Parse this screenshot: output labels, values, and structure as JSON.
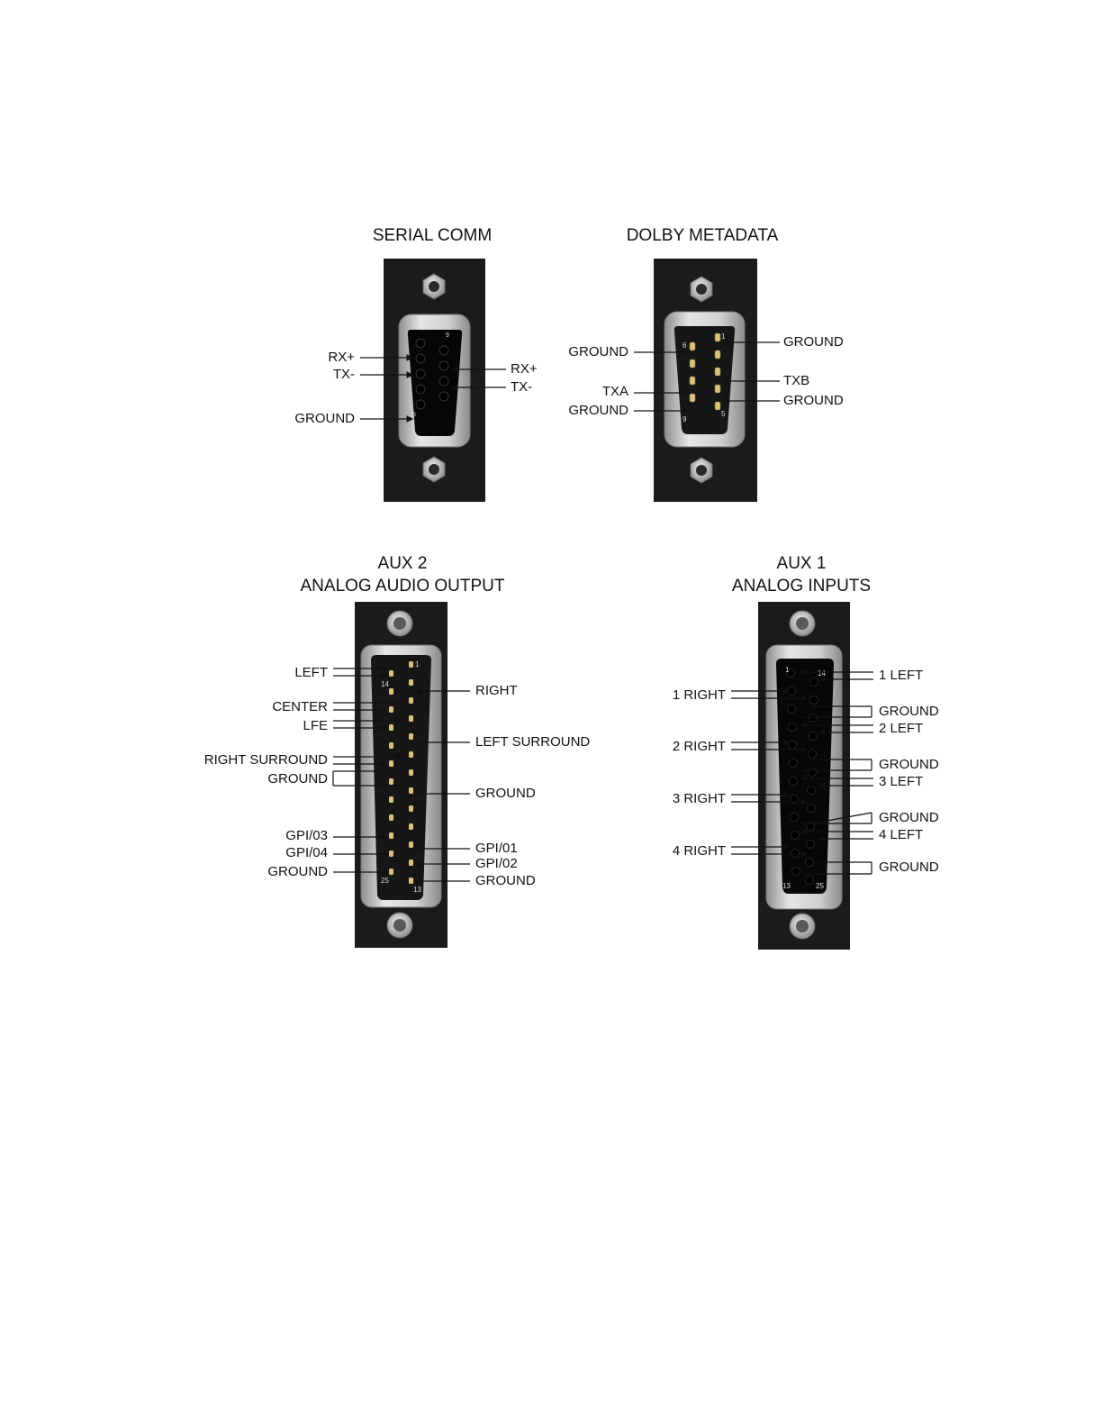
{
  "serial_comm": {
    "title": "SERIAL COMM",
    "left_labels": [
      "RX+",
      "TX-",
      "GROUND"
    ],
    "right_labels": [
      "RX+",
      "TX-"
    ],
    "pin_numbers": [
      "9",
      "5"
    ]
  },
  "dolby_metadata": {
    "title": "DOLBY METADATA",
    "left_labels": [
      "GROUND",
      "TXA",
      "GROUND"
    ],
    "right_labels": [
      "GROUND",
      "TXB",
      "GROUND"
    ],
    "pin_numbers": [
      "6",
      "9",
      "1",
      "5"
    ]
  },
  "aux2": {
    "title_line1": "AUX 2",
    "title_line2": "ANALOG AUDIO OUTPUT",
    "left_labels": [
      "LEFT",
      "CENTER",
      "LFE",
      "RIGHT SURROUND",
      "GROUND",
      "GPI/03",
      "GPI/04",
      "GROUND"
    ],
    "right_labels": [
      "RIGHT",
      "LEFT SURROUND",
      "GROUND",
      "GPI/01",
      "GPI/02",
      "GROUND"
    ],
    "pin_numbers": [
      "1",
      "14",
      "25",
      "13"
    ]
  },
  "aux1": {
    "title_line1": "AUX 1",
    "title_line2": "ANALOG INPUTS",
    "left_labels": [
      "1 RIGHT",
      "2 RIGHT",
      "3 RIGHT",
      "4 RIGHT"
    ],
    "right_labels": [
      "1 LEFT",
      "GROUND",
      "2 LEFT",
      "GROUND",
      "3 LEFT",
      "GROUND",
      "4 LEFT",
      "GROUND"
    ],
    "pin_numbers": [
      "1",
      "14",
      "13",
      "25"
    ]
  },
  "colors": {
    "panel": "#1b1b1b",
    "shell": "#c9c9c9",
    "pin_gold": "#d9c27a",
    "socket": "#050505"
  }
}
